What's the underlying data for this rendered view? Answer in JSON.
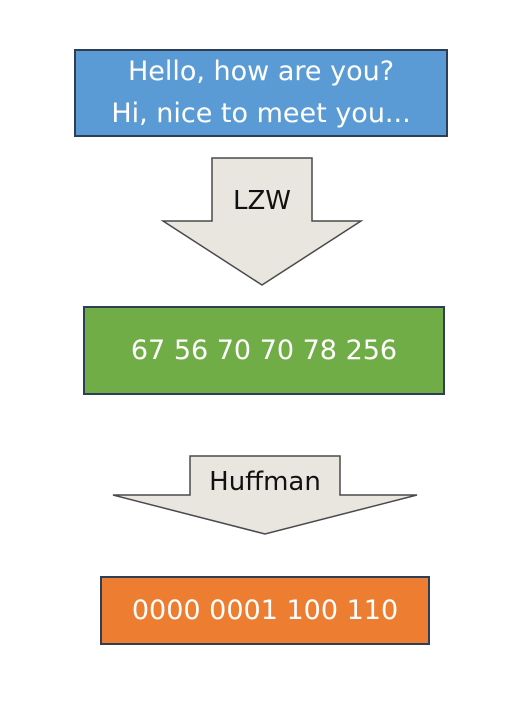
{
  "input": {
    "lines": [
      "Hello, how are you?",
      "Hi, nice to meet you..."
    ],
    "color": "#5b9bd5"
  },
  "step1": {
    "label": "LZW",
    "arrow_color": "#e8e6df"
  },
  "lzw_output": {
    "text": "67 56 70 70 78 256",
    "color": "#70ad47"
  },
  "step2": {
    "label": "Huffman",
    "arrow_color": "#e8e6df"
  },
  "huffman_output": {
    "text": "0000 0001 100 110",
    "color": "#ed7d31"
  }
}
